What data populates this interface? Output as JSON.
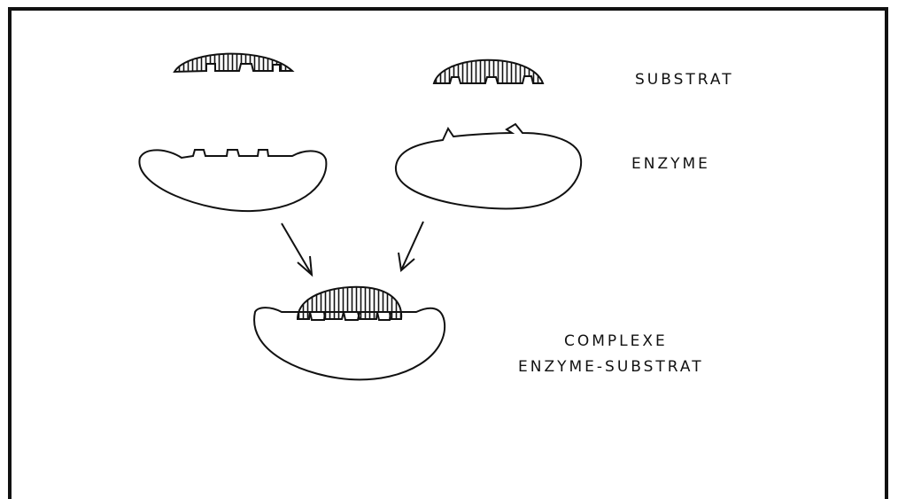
{
  "labels": {
    "substrate": "SUBSTRAT",
    "enzyme": "ENZYME",
    "complex_line1": "COMPLEXE",
    "complex_line2": "ENZYME-SUBSTRAT"
  },
  "colors": {
    "ink": "#111111",
    "background": "#ffffff"
  }
}
